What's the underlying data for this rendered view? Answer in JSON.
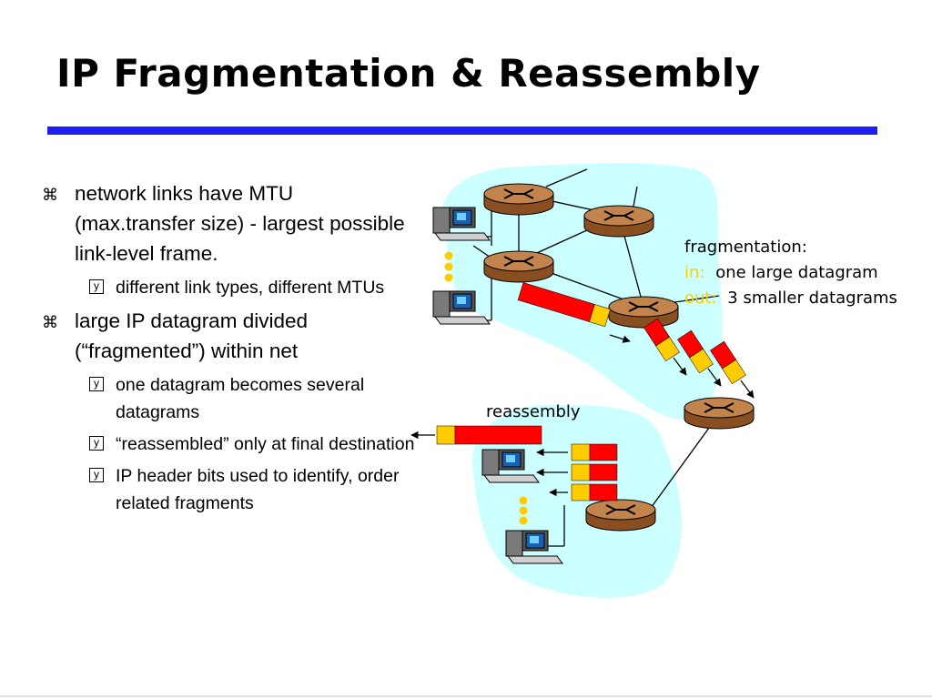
{
  "slide": {
    "title": "IP Fragmentation & Reassembly",
    "bullets": [
      {
        "text": "network links have MTU (max.transfer size) - largest possible link-level frame.",
        "sub": [
          "different link types, different MTUs"
        ]
      },
      {
        "text": "large IP datagram divided (“fragmented”) within net",
        "sub": [
          "one datagram becomes several datagrams",
          "“reassembled” only at final destination",
          "IP header bits used to identify, order related fragments"
        ]
      }
    ],
    "bullet_icon": "bullet-glyph-icon",
    "sub_bullet_icon": "boxed-y-icon"
  },
  "diagram": {
    "fragmentation_label": "fragmentation:",
    "in_label": "in:",
    "in_text": "one large datagram",
    "out_label": "out:",
    "out_text": "3 smaller datagrams",
    "reassembly_label": "reassembly",
    "colors": {
      "cloud": "#ccffff",
      "router": "#b8733a",
      "datagram_data": "#ff0000",
      "datagram_header": "#ffcc00",
      "label_highlight": "#ffcc00",
      "title_rule": "#1e1ef0"
    },
    "icons": [
      "router-icon",
      "host-computer-icon",
      "ellipsis-dots-icon",
      "arrow-icon"
    ]
  }
}
